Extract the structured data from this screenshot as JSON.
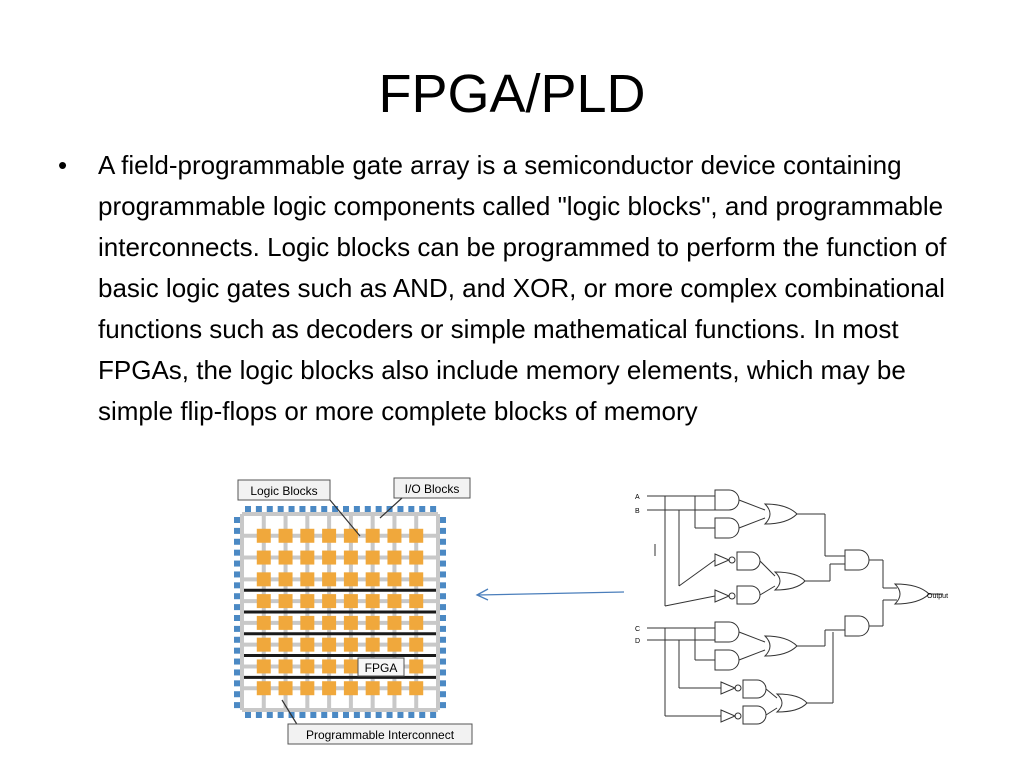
{
  "slide": {
    "title": "FPGA/PLD",
    "bullet_symbol": "•",
    "paragraph": "A field-programmable gate array is a semiconductor device containing programmable logic components called \"logic blocks\", and programmable interconnects. Logic blocks can be programmed to perform the function of basic logic gates such as AND, and XOR, or more complex combinational functions such as decoders or simple mathematical functions. In most FPGAs, the logic blocks also include memory elements, which may be simple flip-flops or more complete blocks of memory"
  },
  "fpga_figure": {
    "label_logic_blocks": "Logic Blocks",
    "label_io_blocks": "I/O Blocks",
    "label_fpga": "FPGA",
    "label_interconnect": "Programmable Interconnect",
    "colors": {
      "logic_block": "#f0a83c",
      "io_block": "#4b89c4",
      "interconnect": "#c8c8c8",
      "bus": "#1a1a1a"
    }
  },
  "circuit_figure": {
    "input_a": "A",
    "input_b": "B",
    "input_c": "C",
    "input_d": "D",
    "output_label": "Output"
  },
  "arrow": {
    "color": "#4a7ebb"
  }
}
